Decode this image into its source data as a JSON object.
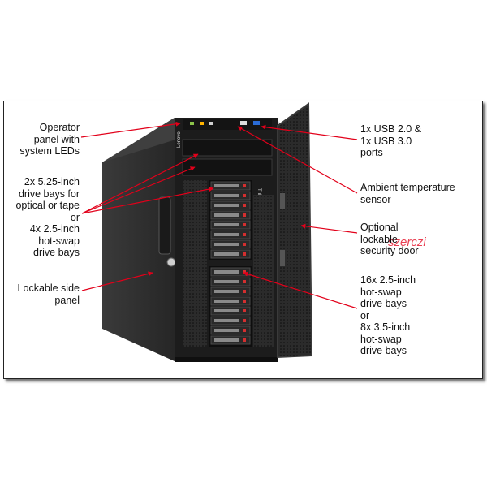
{
  "labels": {
    "operator_panel": "Operator\npanel with\nsystem LEDs",
    "drive_bays_optical": "2x 5.25-inch\ndrive bays for\noptical or tape\nor\n4x 2.5-inch\nhot-swap\ndrive bays",
    "side_panel": "Lockable side\npanel",
    "usb_ports": "1x USB 2.0 &\n1x USB 3.0\nports",
    "temp_sensor": "Ambient temperature\nsensor",
    "security_door": "Optional\nlockable\nsecurity door",
    "hot_swap_bays": "16x 2.5-inch\nhot-swap\ndrive bays\nor\n8x 3.5-inch\nhot-swap\ndrive bays"
  },
  "branding": {
    "vendor_mark": "Lenovo",
    "product_mark": "ThinkSystem",
    "watermark": "szerczi"
  },
  "colors": {
    "callout": "#e2001a",
    "chassis": "#262626",
    "front": "#1a1a1a"
  }
}
